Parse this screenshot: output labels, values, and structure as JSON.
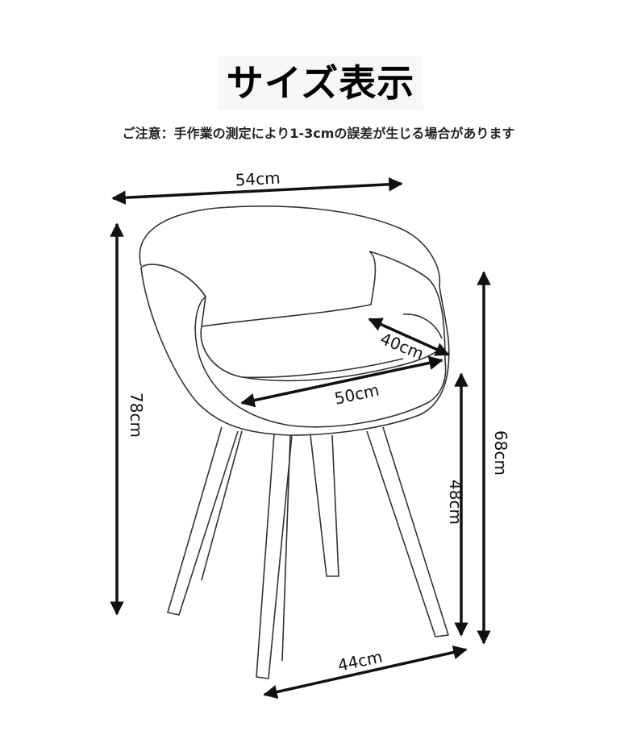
{
  "title": "サイズ表示",
  "note": "ご注意：手作業の測定により1-3cmの誤差が生じる場合があります",
  "dimensions": {
    "width": "54cm",
    "total_height": "78cm",
    "seat_depth": "40cm",
    "seat_width": "50cm",
    "arm_height": "68cm",
    "seat_height": "48cm",
    "leg_span": "44cm"
  }
}
